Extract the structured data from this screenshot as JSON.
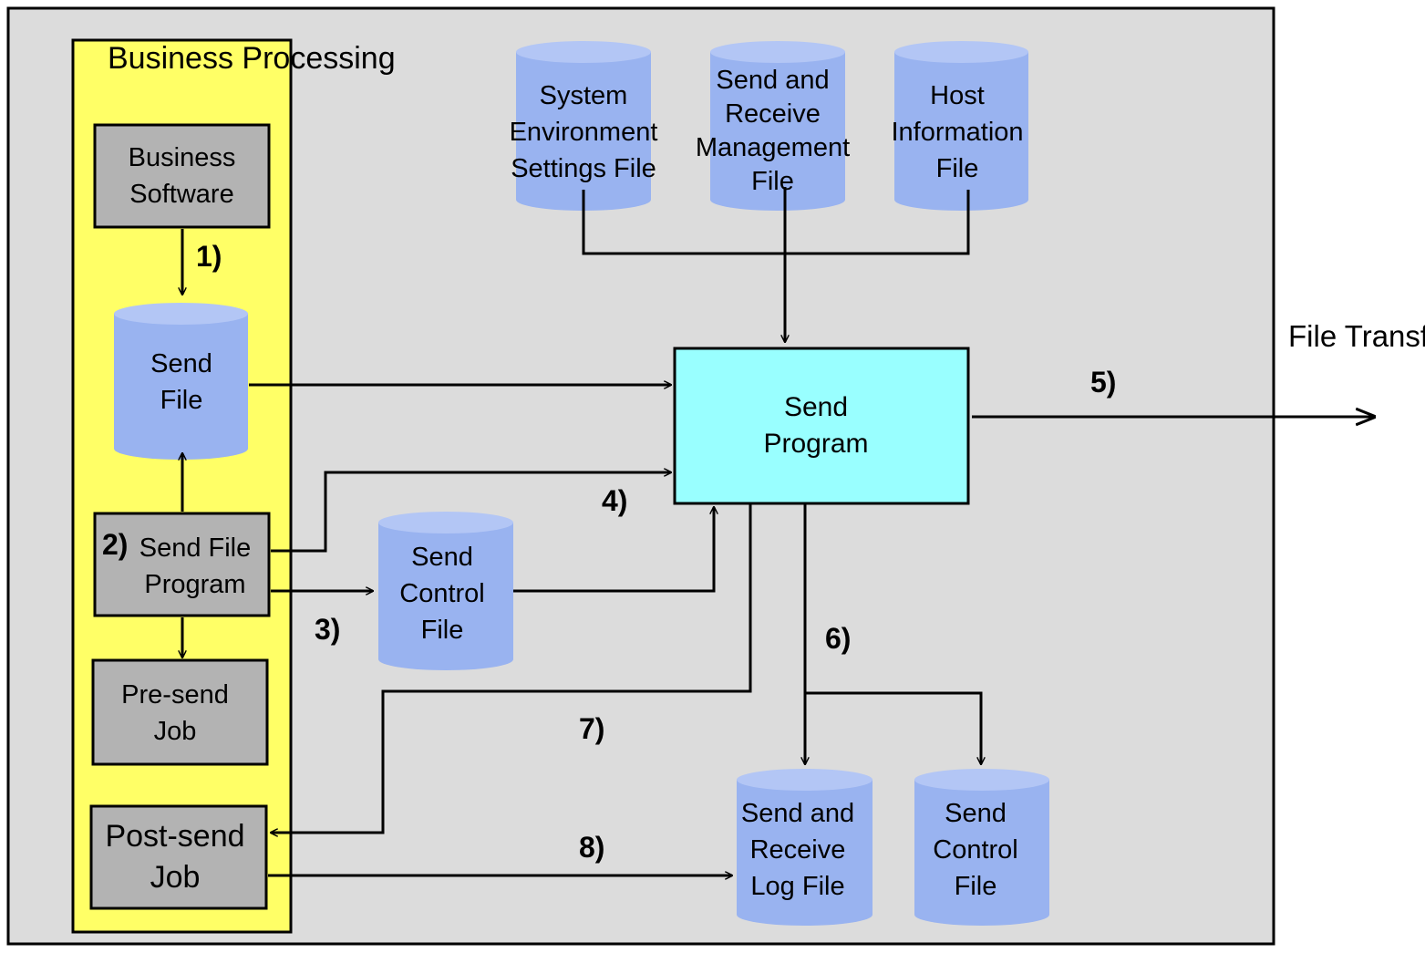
{
  "colors": {
    "outer_bg": "#dcdcdc",
    "business_panel": "#ffff66",
    "process_box": "#b3b3b3",
    "send_program_box": "#99ffff",
    "cylinder_body": "#99b3f0",
    "cylinder_top": "#b3c6f5",
    "line": "#000000"
  },
  "business_processing": {
    "title": [
      "Business",
      "Processing"
    ]
  },
  "boxes": {
    "business_software": [
      "Business",
      "Software"
    ],
    "send_file_program": [
      "Send File",
      "Program"
    ],
    "pre_send_job": [
      "Pre-send",
      "Job"
    ],
    "post_send_job": [
      "Post-send",
      "Job"
    ],
    "send_program": [
      "Send",
      "Program"
    ]
  },
  "files": {
    "send_file": [
      "Send",
      "File"
    ],
    "system_env_settings": [
      "System",
      "Environment",
      "Settings  File"
    ],
    "send_receive_mgmt": [
      "Send  and",
      "Receive",
      "Management",
      "File"
    ],
    "host_info": [
      "Host",
      "Information",
      "File"
    ],
    "send_control_mid": [
      "Send",
      "Control",
      "File"
    ],
    "send_receive_log": [
      "Send  and",
      "Receive",
      "Log  File"
    ],
    "send_control_bottom": [
      "Send",
      "Control",
      "File"
    ]
  },
  "steps": {
    "s1": "1)",
    "s2": "2)",
    "s3": "3)",
    "s4": "4)",
    "s5": "5)",
    "s6": "6)",
    "s7": "7)",
    "s8": "8)"
  },
  "external": {
    "file_transfer": [
      "File",
      "Transfer"
    ]
  },
  "icons": {
    "cylinder": "database-cylinder-icon",
    "arrow": "arrow-head-icon"
  }
}
